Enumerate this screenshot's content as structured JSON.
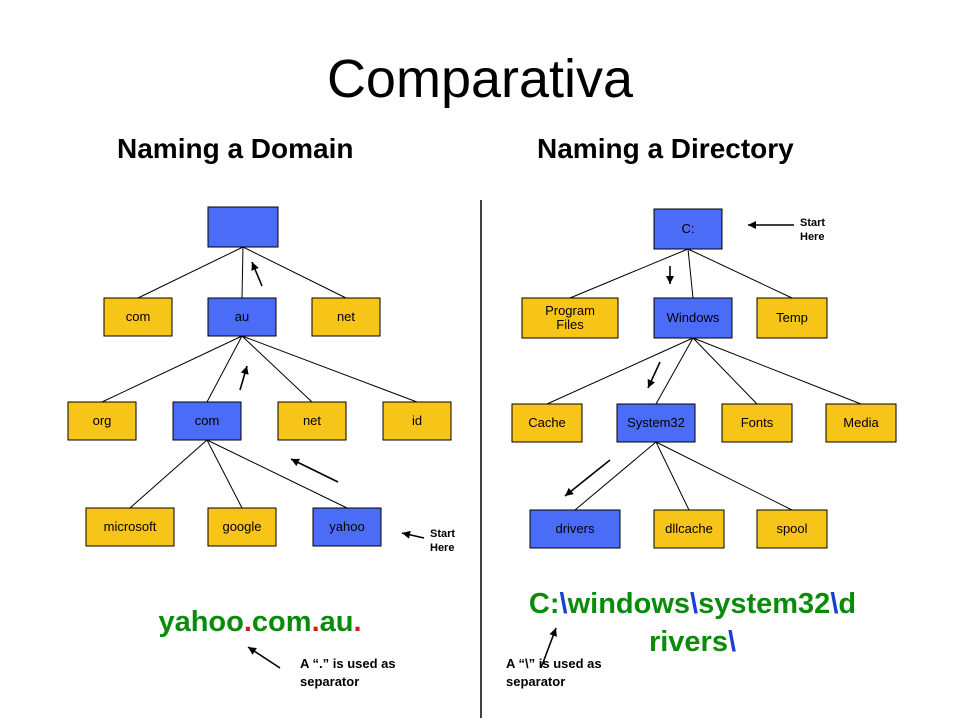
{
  "title": "Comparativa",
  "left": {
    "heading": "Naming a Domain",
    "start_label": [
      "Start",
      "Here"
    ],
    "path_parts": [
      "yahoo",
      ".",
      "com",
      ".",
      "au",
      "."
    ],
    "note": [
      "A “.” is used as",
      "separator"
    ]
  },
  "right": {
    "heading": "Naming a Directory",
    "start_label": [
      "Start",
      "Here"
    ],
    "path_parts": [
      "C:",
      "\\",
      "windows",
      "\\",
      "system32",
      "\\",
      "d",
      "rivers",
      "\\"
    ],
    "note": [
      "A “\\” is used as",
      "separator"
    ]
  },
  "colors": {
    "highlight": "#4a6cf7",
    "normal": "#f7c517",
    "domain_separator": "#d61a1a",
    "directory_separator": "#1a3fd6",
    "path_text": "#0a8c0a"
  },
  "nodes": [
    {
      "id": "root",
      "label": "",
      "highlight": true
    },
    {
      "id": "com1",
      "label": "com",
      "highlight": false
    },
    {
      "id": "au",
      "label": "au",
      "highlight": true
    },
    {
      "id": "net1",
      "label": "net",
      "highlight": false
    },
    {
      "id": "org",
      "label": "org",
      "highlight": false
    },
    {
      "id": "com2",
      "label": "com",
      "highlight": true
    },
    {
      "id": "net2",
      "label": "net",
      "highlight": false
    },
    {
      "id": "id",
      "label": "id",
      "highlight": false
    },
    {
      "id": "microsoft",
      "label": "microsoft",
      "highlight": false
    },
    {
      "id": "google",
      "label": "google",
      "highlight": false
    },
    {
      "id": "yahoo",
      "label": "yahoo",
      "highlight": true
    },
    {
      "id": "c",
      "label": "C:",
      "highlight": true
    },
    {
      "id": "progfiles",
      "label": "Program\nFiles",
      "highlight": false
    },
    {
      "id": "windows",
      "label": "Windows",
      "highlight": true
    },
    {
      "id": "temp",
      "label": "Temp",
      "highlight": false
    },
    {
      "id": "cache",
      "label": "Cache",
      "highlight": false
    },
    {
      "id": "system32",
      "label": "System32",
      "highlight": true
    },
    {
      "id": "fonts",
      "label": "Fonts",
      "highlight": false
    },
    {
      "id": "media",
      "label": "Media",
      "highlight": false
    },
    {
      "id": "drivers",
      "label": "drivers",
      "highlight": true
    },
    {
      "id": "dllcache",
      "label": "dllcache",
      "highlight": false
    },
    {
      "id": "spool",
      "label": "spool",
      "highlight": false
    }
  ],
  "edges": [
    [
      "root",
      "com1"
    ],
    [
      "root",
      "au"
    ],
    [
      "root",
      "net1"
    ],
    [
      "au",
      "org"
    ],
    [
      "au",
      "com2"
    ],
    [
      "au",
      "net2"
    ],
    [
      "au",
      "id"
    ],
    [
      "com2",
      "microsoft"
    ],
    [
      "com2",
      "google"
    ],
    [
      "com2",
      "yahoo"
    ],
    [
      "c",
      "progfiles"
    ],
    [
      "c",
      "windows"
    ],
    [
      "c",
      "temp"
    ],
    [
      "windows",
      "cache"
    ],
    [
      "windows",
      "system32"
    ],
    [
      "windows",
      "fonts"
    ],
    [
      "windows",
      "media"
    ],
    [
      "system32",
      "drivers"
    ],
    [
      "system32",
      "dllcache"
    ],
    [
      "system32",
      "spool"
    ]
  ]
}
